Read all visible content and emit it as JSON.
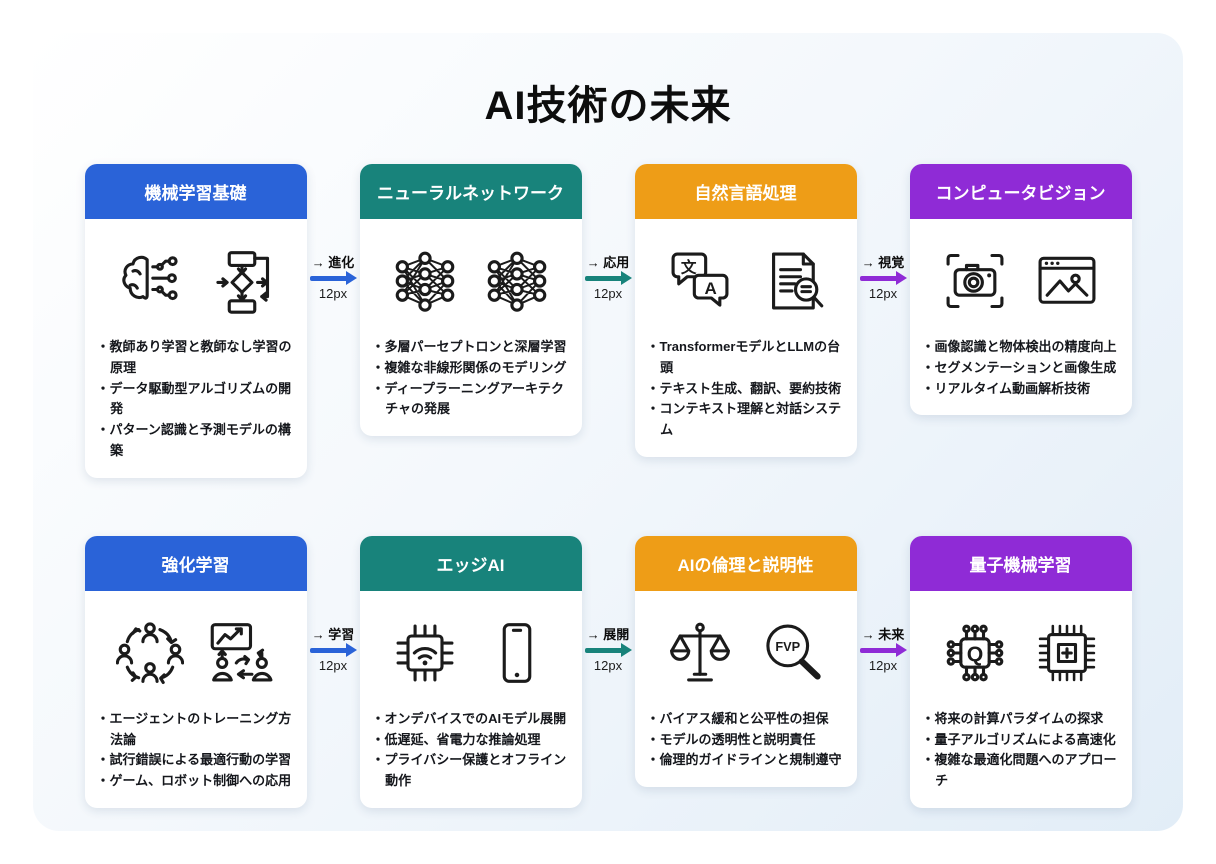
{
  "page": {
    "title": "AI技術の未来"
  },
  "palette": {
    "blue": "#2a63d8",
    "teal": "#18837b",
    "orange": "#ee9d17",
    "purple": "#8f2bd6",
    "canvas_bg_start": "#ffffff",
    "canvas_bg_end": "#e2edf7",
    "card_bg": "#ffffff",
    "header_text": "#ffffff",
    "body_text": "#15171c"
  },
  "cards": [
    {
      "title": "機械学習基礎",
      "accent": "#2a63d8",
      "icons": [
        "brain-circuit-icon",
        "flowchart-icon"
      ],
      "bullets": [
        "教師あり学習と教師なし学習の原理",
        "データ駆動型アルゴリズムの開発",
        "パターン認識と予測モデルの構築"
      ]
    },
    {
      "title": "ニューラルネットワーク",
      "accent": "#18837b",
      "icons": [
        "neural-network-icon",
        "neural-network-icon"
      ],
      "bullets": [
        "多層パーセプトロンと深層学習",
        "複雑な非線形関係のモデリング",
        "ディープラーニングアーキテクチャの発展"
      ]
    },
    {
      "title": "自然言語処理",
      "accent": "#ee9d17",
      "icons": [
        "translate-chat-icon",
        "document-search-icon"
      ],
      "icon_labels": {
        "bubble1": "文",
        "bubble2": "A"
      },
      "bullets": [
        "TransformerモデルとLLMの台頭",
        "テキスト生成、翻訳、要約技術",
        "コンテキスト理解と対話システム"
      ]
    },
    {
      "title": "コンピュータビジョン",
      "accent": "#8f2bd6",
      "icons": [
        "camera-icon",
        "image-window-icon"
      ],
      "bullets": [
        "画像認識と物体検出の精度向上",
        "セグメンテーションと画像生成",
        "リアルタイム動画解析技術"
      ]
    },
    {
      "title": "強化学習",
      "accent": "#2a63d8",
      "icons": [
        "agent-cycle-icon",
        "training-screen-icon"
      ],
      "bullets": [
        "エージェントのトレーニング方法論",
        "試行錯誤による最適行動の学習",
        "ゲーム、ロボット制御への応用"
      ]
    },
    {
      "title": "エッジAI",
      "accent": "#18837b",
      "icons": [
        "chip-wifi-icon",
        "smartphone-icon"
      ],
      "bullets": [
        "オンデバイスでのAIモデル展開",
        "低遅延、省電力な推論処理",
        "プライバシー保護とオフライン動作"
      ]
    },
    {
      "title": "AIの倫理と説明性",
      "accent": "#ee9d17",
      "icons": [
        "balance-scale-icon",
        "magnifier-fvp-icon"
      ],
      "icon_labels": {
        "magnifier": "FVP"
      },
      "bullets": [
        "バイアス緩和と公平性の担保",
        "モデルの透明性と説明責任",
        "倫理的ガイドラインと規制遵守"
      ]
    },
    {
      "title": "量子機械学習",
      "accent": "#8f2bd6",
      "icons": [
        "quantum-chip-icon",
        "cpu-chip-icon"
      ],
      "icon_labels": {
        "chip": "Q"
      },
      "bullets": [
        "将来の計算パラダイムの探求",
        "量子アルゴリズムによる高速化",
        "複雑な最適化問題へのアプローチ"
      ]
    }
  ],
  "arrows": [
    {
      "label": "→ 進化",
      "size_label": "12px",
      "color": "#2a63d8"
    },
    {
      "label": "→ 応用",
      "size_label": "12px",
      "color": "#18837b"
    },
    {
      "label": "→ 視覚",
      "size_label": "12px",
      "color": "#8f2bd6"
    },
    {
      "label": "→ 学習",
      "size_label": "12px",
      "color": "#2a63d8"
    },
    {
      "label": "→ 展開",
      "size_label": "12px",
      "color": "#18837b"
    },
    {
      "label": "→ 未来",
      "size_label": "12px",
      "color": "#8f2bd6"
    }
  ]
}
